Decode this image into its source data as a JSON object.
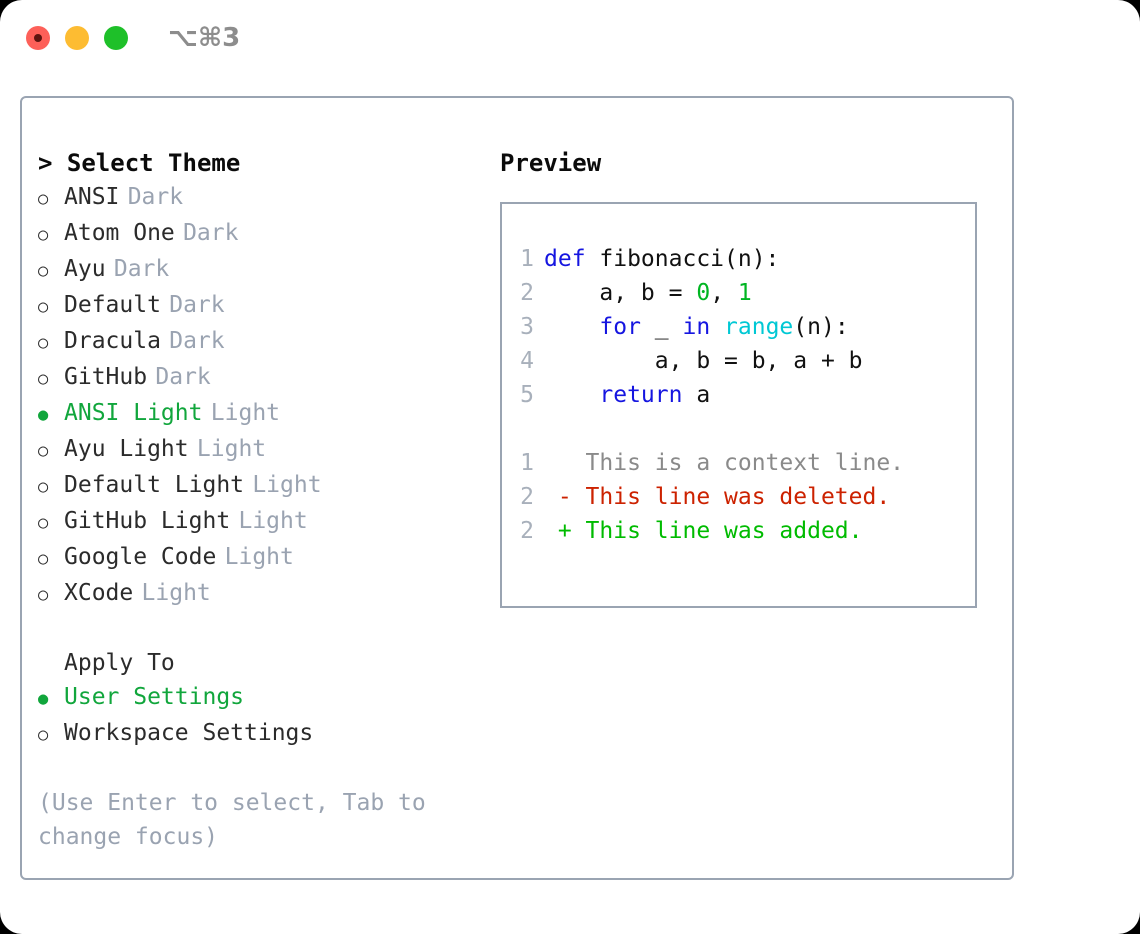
{
  "titlebar": {
    "shortcut": "⌥⌘3",
    "buttons": [
      {
        "name": "close",
        "color": "#fd6059"
      },
      {
        "name": "minimize",
        "color": "#fdbc32"
      },
      {
        "name": "maximize",
        "color": "#1ec029"
      }
    ]
  },
  "theme_picker": {
    "heading": "> Select Theme",
    "marker_selected": "●",
    "marker_unselected": "○",
    "selected_color": "#11a63c",
    "muted_color": "#9aa3b1",
    "options": [
      {
        "label": "ANSI",
        "variant": "Dark",
        "selected": false
      },
      {
        "label": "Atom One",
        "variant": "Dark",
        "selected": false
      },
      {
        "label": "Ayu",
        "variant": "Dark",
        "selected": false
      },
      {
        "label": "Default",
        "variant": "Dark",
        "selected": false
      },
      {
        "label": "Dracula",
        "variant": "Dark",
        "selected": false
      },
      {
        "label": "GitHub",
        "variant": "Dark",
        "selected": false
      },
      {
        "label": "ANSI Light",
        "variant": "Light",
        "selected": true
      },
      {
        "label": "Ayu Light",
        "variant": "Light",
        "selected": false
      },
      {
        "label": "Default Light",
        "variant": "Light",
        "selected": false
      },
      {
        "label": "GitHub Light",
        "variant": "Light",
        "selected": false
      },
      {
        "label": "Google Code",
        "variant": "Light",
        "selected": false
      },
      {
        "label": "XCode",
        "variant": "Light",
        "selected": false
      }
    ]
  },
  "apply_to": {
    "heading": "Apply To",
    "options": [
      {
        "label": "User Settings",
        "selected": true
      },
      {
        "label": "Workspace Settings",
        "selected": false
      }
    ]
  },
  "hint": "(Use Enter to select, Tab to change focus)",
  "preview": {
    "heading": "Preview",
    "code_lines": [
      {
        "number": "1",
        "tokens": [
          {
            "text": "def ",
            "type": "kw"
          },
          {
            "text": "fibonacci(n):",
            "type": "plain"
          }
        ]
      },
      {
        "number": "2",
        "tokens": [
          {
            "text": "    a, b = ",
            "type": "plain"
          },
          {
            "text": "0",
            "type": "num"
          },
          {
            "text": ", ",
            "type": "plain"
          },
          {
            "text": "1",
            "type": "num"
          }
        ]
      },
      {
        "number": "3",
        "tokens": [
          {
            "text": "    ",
            "type": "plain"
          },
          {
            "text": "for",
            "type": "kw"
          },
          {
            "text": " _ ",
            "type": "plain"
          },
          {
            "text": "in",
            "type": "kw"
          },
          {
            "text": " ",
            "type": "plain"
          },
          {
            "text": "range",
            "type": "fn"
          },
          {
            "text": "(n):",
            "type": "plain"
          }
        ]
      },
      {
        "number": "4",
        "tokens": [
          {
            "text": "        a, b = b, a + b",
            "type": "plain"
          }
        ]
      },
      {
        "number": "5",
        "tokens": [
          {
            "text": "    ",
            "type": "plain"
          },
          {
            "text": "return",
            "type": "kw"
          },
          {
            "text": " a",
            "type": "plain"
          }
        ]
      }
    ],
    "diff_lines": [
      {
        "number": "1",
        "sign": " ",
        "text": "This is a context line.",
        "kind": "ctx"
      },
      {
        "number": "2",
        "sign": "-",
        "text": "This line was deleted.",
        "kind": "del"
      },
      {
        "number": "2",
        "sign": "+",
        "text": "This line was added.",
        "kind": "add"
      }
    ]
  }
}
